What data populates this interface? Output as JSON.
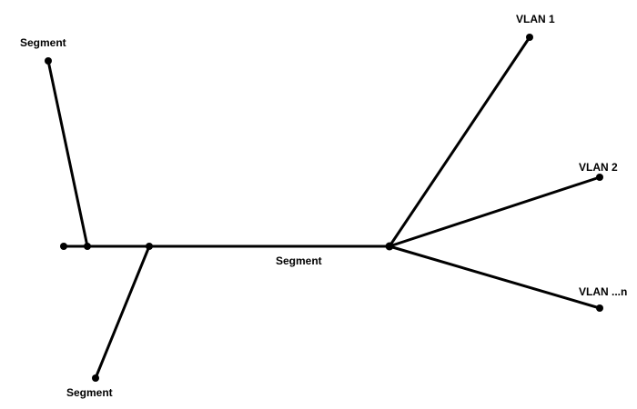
{
  "diagram": {
    "labels": {
      "segment_top": "Segment",
      "segment_main": "Segment",
      "segment_bottom": "Segment",
      "vlan_1": "VLAN 1",
      "vlan_2": "VLAN 2",
      "vlan_n": "VLAN ...n"
    },
    "colors": {
      "line": "#000000",
      "node": "#000000",
      "background": "#ffffff"
    }
  }
}
